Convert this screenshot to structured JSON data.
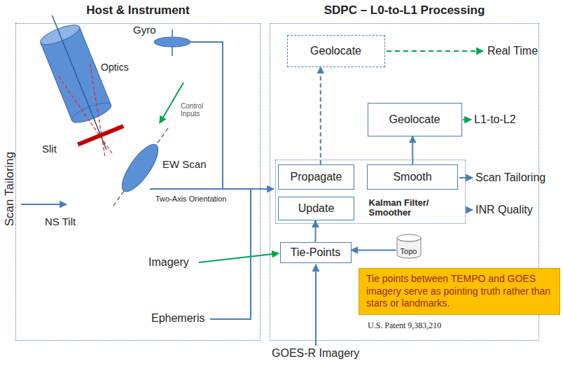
{
  "diagram": {
    "nodes": [
      {
        "text": [
          "Host & Instrument"
        ]
      },
      {
        "text": [
          "SDPC – L0-to-L1 Processing"
        ]
      },
      {
        "text": [
          "Geolocate"
        ],
        "in": 1
      },
      {
        "text": [
          "Geolocate"
        ],
        "in": 1
      },
      {
        "text": [
          "Kalman Filter/ Smoother"
        ],
        "in": 1
      },
      {
        "text": [
          "Propagate"
        ],
        "in": 4
      },
      {
        "text": [
          "Smooth"
        ],
        "in": 4
      },
      {
        "text": [
          "Update"
        ],
        "in": 4
      },
      {
        "text": [
          "Tie-Points"
        ],
        "in": 1
      },
      {
        "text": [
          "Topo"
        ],
        "in": 1
      },
      {
        "text": [
          "Tie points between TEMPO and GOES imagery serve as pointing truth rather than stars or landmarks."
        ]
      }
    ],
    "edges": [
      {
        "from": 5,
        "to": 2,
        "arrow": "to"
      },
      {
        "from": 6,
        "to": 3,
        "arrow": "to"
      },
      {
        "from": 8,
        "to": 7,
        "arrow": "to"
      },
      {
        "from": 9,
        "to": 8,
        "arrow": "to"
      }
    ],
    "labels": [
      "Optics",
      "Slit",
      "Gyro",
      "Control Inputs",
      "EW Scan",
      "Two-Axis Orientation",
      "NS Tilt",
      "Imagery",
      "Ephemeris",
      "Scan Tailoring",
      "Real Time",
      "L1-to-L2",
      "Scan Tailoring",
      "INR Quality",
      "GOES-R Imagery",
      "U.S. Patent 9,383,210"
    ]
  }
}
